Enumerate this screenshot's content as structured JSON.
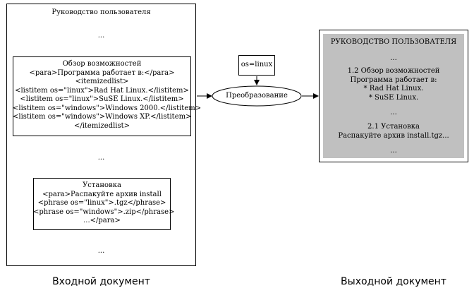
{
  "input_doc": {
    "title": "Руководство пользователя",
    "dots1": "...",
    "section1_lines": [
      "Обзор возможностей",
      "<para>Программа работает в:</para>",
      "<itemizedlist>",
      "<listitem os=\"linux\">Rad Hat Linux.</listitem>",
      "<listitem os=\"linux\">SuSE Linux.</listitem>",
      "<listitem os=\"windows\">Windows 2000.</listitem>",
      "<listitem os=\"windows\">Windows XP.</listitem>",
      "</itemizedlist>"
    ],
    "dots2": "...",
    "section2_lines": [
      "Установка",
      "<para>Распакуйте архив install",
      "<phrase os=\"linux\">.tgz</phrase>",
      "<phrase os=\"windows\">.zip</phrase>",
      "...</para>"
    ],
    "dots3": "...",
    "caption": "Входной документ"
  },
  "transform": {
    "param": "os=linux",
    "label": "Преобразование"
  },
  "output_doc": {
    "title": "РУКОВОДСТВО ПОЛЬЗОВАТЕЛЯ",
    "dots1": "...",
    "section1_lines": [
      "1.2 Обзор возможностей",
      "Программа работает в:",
      "* Rad Hat Linux.",
      "* SuSE Linux."
    ],
    "dots2": "...",
    "section2_lines": [
      "2.1 Установка",
      "Распакуйте архив install.tgz..."
    ],
    "dots3": "...",
    "caption": "Выходной документ"
  }
}
